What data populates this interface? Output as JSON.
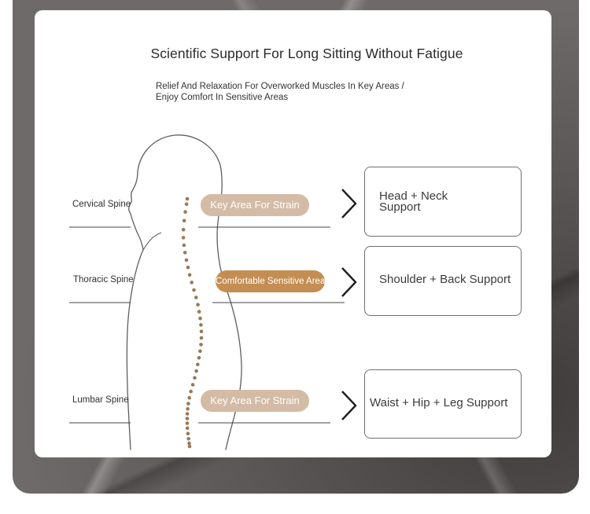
{
  "title": "Scientific Support For Long Sitting Without Fatigue",
  "subtitle": {
    "line1": "Relief And Relaxation For Overworked Muscles In Key Areas /",
    "line2": "Enjoy Comfort In Sensitive Areas"
  },
  "spine_labels": {
    "cervical": "Cervical Spine",
    "thoracic": "Thoracic Spine",
    "lumbar": "Lumbar Spine"
  },
  "pills": {
    "cervical": "Key Area For Strain",
    "thoracic": "Comfortable Sensitive Area",
    "lumbar": "Key Area For Strain"
  },
  "boxes": {
    "head_line1": "Head + Neck",
    "head_line2": "Support",
    "shoulder": "Shoulder + Back Support",
    "waist": "Waist + Hip + Leg Support"
  },
  "colors": {
    "pill_strain": "#d3bba6",
    "pill_sensitive": "#c48d52",
    "spine_dots": "#9b7856",
    "marble_background": "#605c5b"
  }
}
